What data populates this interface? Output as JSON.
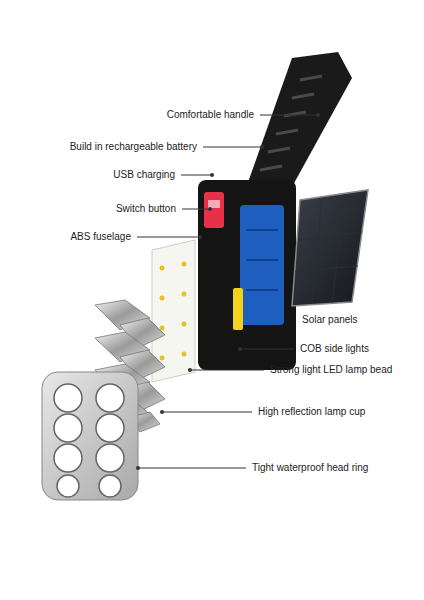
{
  "diagram": {
    "labels": [
      "Comfortable handle",
      "Build in rechargeable battery",
      "USB charging",
      "Switch button",
      "ABS fuselage",
      "Solar panels",
      "COB side lights",
      "Strong light LED lamp bead",
      "High reflection lamp cup",
      "Tight waterproof head ring"
    ]
  }
}
